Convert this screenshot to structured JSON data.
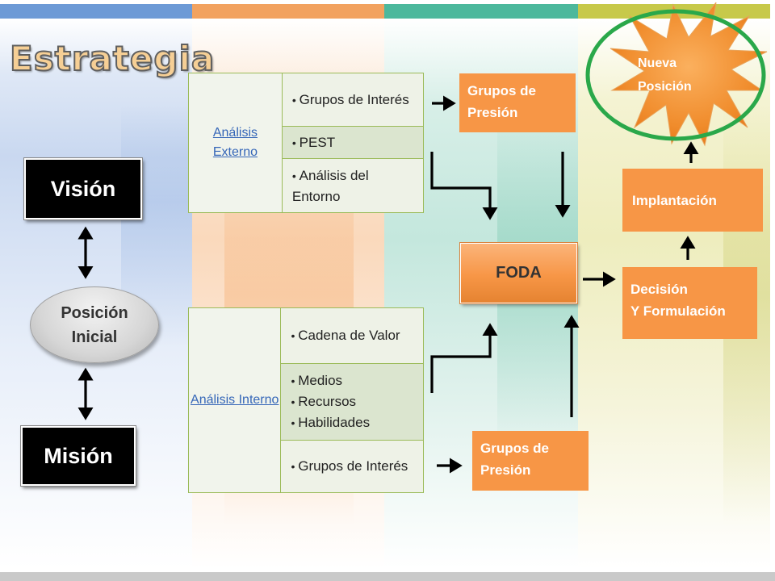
{
  "title": "Estrategia",
  "colors": {
    "bar_blue": "#6d9ad6",
    "bar_orange": "#f2a25f",
    "bar_teal": "#4cb89c",
    "bar_olive": "#c7c94a",
    "accent_orange": "#f79646",
    "ring_green": "#2aa84a",
    "table_border": "#9bbb59"
  },
  "left": {
    "vision": "Visión",
    "posicion": "Posición\nInicial",
    "mision": "Misión"
  },
  "externo": {
    "heading": "Análisis Externo",
    "rows": [
      "Grupos de Interés",
      "PEST",
      "Análisis del Entorno"
    ]
  },
  "interno": {
    "heading": "Análisis Interno",
    "rows": [
      [
        "Cadena de Valor"
      ],
      [
        "Medios",
        "Recursos",
        "Habilidades"
      ],
      [
        "Grupos de Interés"
      ]
    ]
  },
  "presion_top": "Grupos de Presión",
  "presion_bottom": "Grupos de Presión",
  "foda": "FODA",
  "decision": "Decisión\nY Formulación",
  "implantacion": "Implantación",
  "nueva_posicion": "Nueva\nPosición"
}
